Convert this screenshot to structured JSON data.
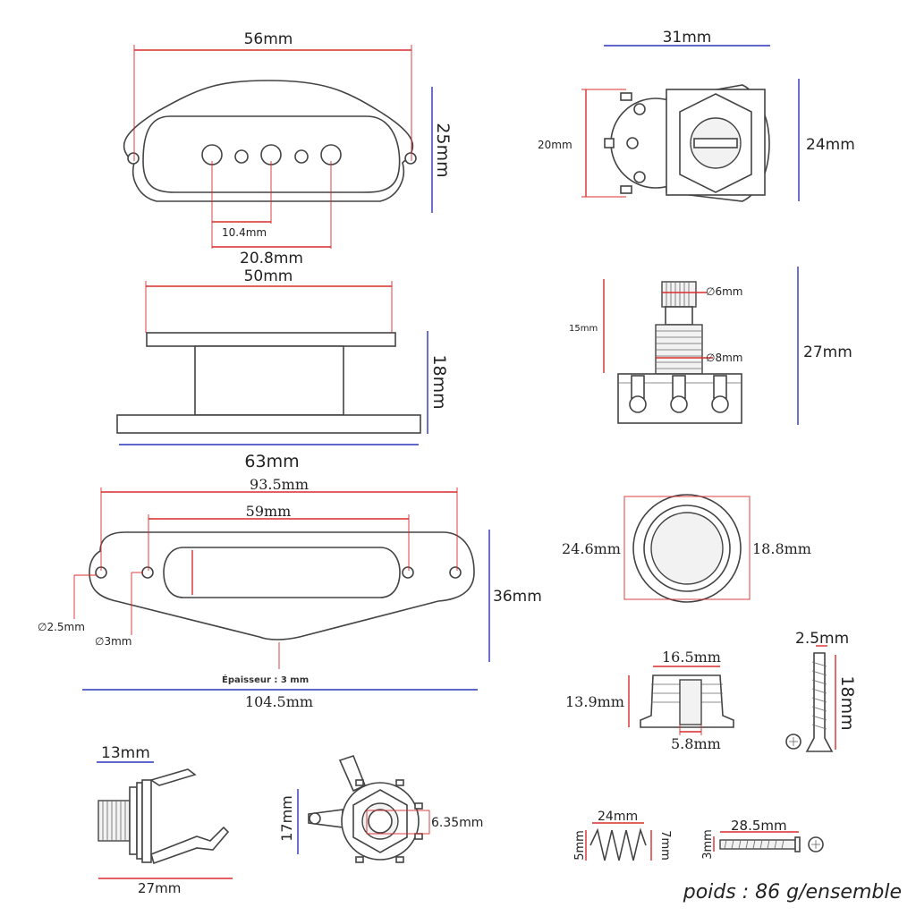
{
  "labels": {
    "pickup_length": "56mm",
    "pickup_height": "25mm",
    "pole_spacing_small": "10.4mm",
    "pole_spacing_large": "20.8mm",
    "pickup_top_width": "50mm",
    "pickup_side_height": "18mm",
    "pickup_base_width": "63mm",
    "plate_inner_span": "93.5mm",
    "plate_slot": "59mm",
    "plate_height": "36mm",
    "plate_hole_small": "∅2.5mm",
    "plate_hole_large": "∅3mm",
    "plate_thickness": "Épaisseur : 3 mm",
    "plate_length": "104.5mm",
    "pot_width": "31mm",
    "pot_lug_height": "20mm",
    "pot_height": "24mm",
    "shaft_dia": "∅6mm",
    "thread_len": "15mm",
    "thread_dia": "∅8mm",
    "pot_total_height": "27mm",
    "knob_outer": "24.6mm",
    "knob_inner": "18.8mm",
    "knob_top": "16.5mm",
    "knob_height": "13.9mm",
    "knob_hole": "5.8mm",
    "screw_dia": "2.5mm",
    "screw_len": "18mm",
    "jack_thread": "13mm",
    "jack_length": "27mm",
    "jack_height": "17mm",
    "jack_dia": "6.35mm",
    "spring_len": "24mm",
    "spring_d1": "5mm",
    "spring_d2": "7mm",
    "screw2_len": "28.5mm",
    "screw2_dia": "3mm",
    "footer": "poids : 86 g/ensemble"
  }
}
